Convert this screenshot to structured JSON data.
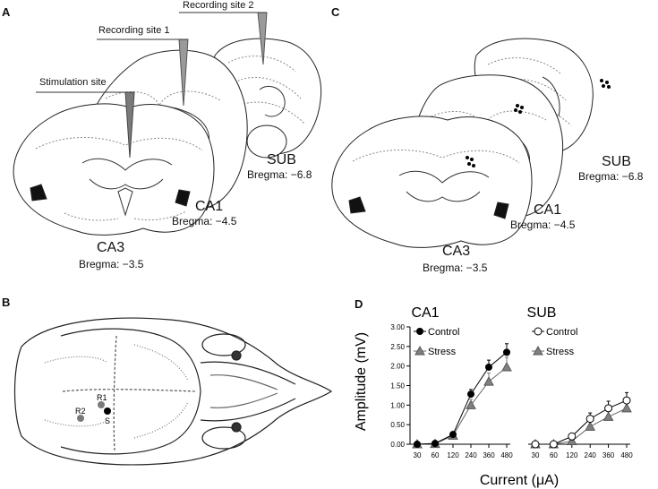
{
  "panels": {
    "A": {
      "label": "A",
      "recording_site_2": "Recording site 2",
      "recording_site_1": "Recording site 1",
      "stimulation_site": "Stimulation site",
      "sections": [
        {
          "region": "SUB",
          "bregma": "Bregma: −6.8"
        },
        {
          "region": "CA1",
          "bregma": "Bregma: −4.5"
        },
        {
          "region": "CA3",
          "bregma": "Bregma: −3.5"
        }
      ]
    },
    "B": {
      "label": "B",
      "sites": [
        "R1",
        "R2",
        "S"
      ],
      "site_colors": {
        "R1": "#7a7a7a",
        "R2": "#7a7a7a",
        "S": "#000000"
      }
    },
    "C": {
      "label": "C",
      "sections": [
        {
          "region": "SUB",
          "bregma": "Bregma: −6.8"
        },
        {
          "region": "CA1",
          "bregma": "Bregma: −4.5"
        },
        {
          "region": "CA3",
          "bregma": "Bregma: −3.5"
        }
      ]
    },
    "D": {
      "label": "D",
      "ylabel": "Amplitude (mV)",
      "xlabel": "Current (μA)"
    }
  },
  "chart_data": [
    {
      "type": "line",
      "title": "CA1",
      "xlabel": "Current (μA)",
      "ylabel": "Amplitude (mV)",
      "categories": [
        "30",
        "60",
        "120",
        "240",
        "360",
        "480"
      ],
      "ylim": [
        0,
        3.0
      ],
      "yticks": [
        "0.00",
        "0.50",
        "1.00",
        "1.50",
        "2.00",
        "2.50",
        "3.00"
      ],
      "legend_placement": "top-left",
      "series": [
        {
          "name": "Control",
          "marker": "filled-circle",
          "color": "#000000",
          "values": [
            0.0,
            0.02,
            0.25,
            1.28,
            1.97,
            2.35
          ],
          "errors": [
            0.02,
            0.02,
            0.05,
            0.12,
            0.18,
            0.22
          ]
        },
        {
          "name": "Stress",
          "marker": "gray-triangle",
          "color": "#808080",
          "values": [
            0.0,
            0.01,
            0.22,
            1.0,
            1.6,
            1.97
          ],
          "errors": [
            0.02,
            0.02,
            0.05,
            0.15,
            0.22,
            0.25
          ]
        }
      ]
    },
    {
      "type": "line",
      "title": "SUB",
      "xlabel": "Current (μA)",
      "ylabel": "Amplitude (mV)",
      "categories": [
        "30",
        "60",
        "120",
        "240",
        "360",
        "480"
      ],
      "ylim": [
        0,
        3.0
      ],
      "legend_placement": "top-left",
      "series": [
        {
          "name": "Control",
          "marker": "open-circle",
          "color": "#000000",
          "values": [
            0.0,
            0.0,
            0.2,
            0.65,
            0.92,
            1.12
          ],
          "errors": [
            0.02,
            0.02,
            0.05,
            0.15,
            0.18,
            0.2
          ]
        },
        {
          "name": "Stress",
          "marker": "gray-triangle",
          "color": "#808080",
          "values": [
            0.0,
            0.0,
            0.08,
            0.45,
            0.7,
            0.92
          ],
          "errors": [
            0.02,
            0.02,
            0.04,
            0.12,
            0.15,
            0.17
          ]
        }
      ]
    }
  ]
}
